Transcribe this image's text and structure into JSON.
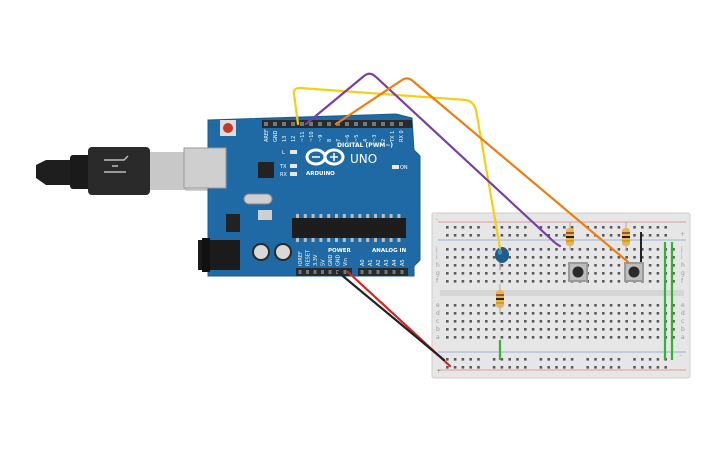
{
  "arduino": {
    "brand": "ARDUINO",
    "model": "UNO",
    "digital_label": "DIGITAL (PWM~)",
    "power_label": "POWER",
    "analog_label": "ANALOG IN",
    "on_label": "ON",
    "tx_label": "TX",
    "rx_label": "RX",
    "l_label": "L",
    "digital_pins": [
      "AREF",
      "GND",
      "13",
      "12",
      "~11",
      "~10",
      "~9",
      "8",
      "7",
      "~6",
      "~5",
      "4",
      "~3",
      "2",
      "TX 1",
      "RX 0"
    ],
    "power_pins": [
      "IOREF",
      "RESET",
      "3.3V",
      "5V",
      "GND",
      "GND",
      "Vin"
    ],
    "analog_pins": [
      "A0",
      "A1",
      "A2",
      "A3",
      "A4",
      "A5"
    ]
  },
  "breadboard": {
    "row_letters_top": [
      "j",
      "i",
      "h",
      "g",
      "f"
    ],
    "row_letters_bottom": [
      "e",
      "d",
      "c",
      "b",
      "a"
    ],
    "rail_plus": "+",
    "rail_minus": "-"
  },
  "wires": {
    "colors": {
      "yellow": "#f5cf16",
      "purple": "#7b3fa0",
      "orange": "#ee7d12",
      "red": "#e02020",
      "black": "#222222",
      "green": "#33b233"
    }
  },
  "components": {
    "led_color": "#1f5d8c",
    "button_color": "#2b2b2b",
    "board_color": "#1f6aa5"
  }
}
